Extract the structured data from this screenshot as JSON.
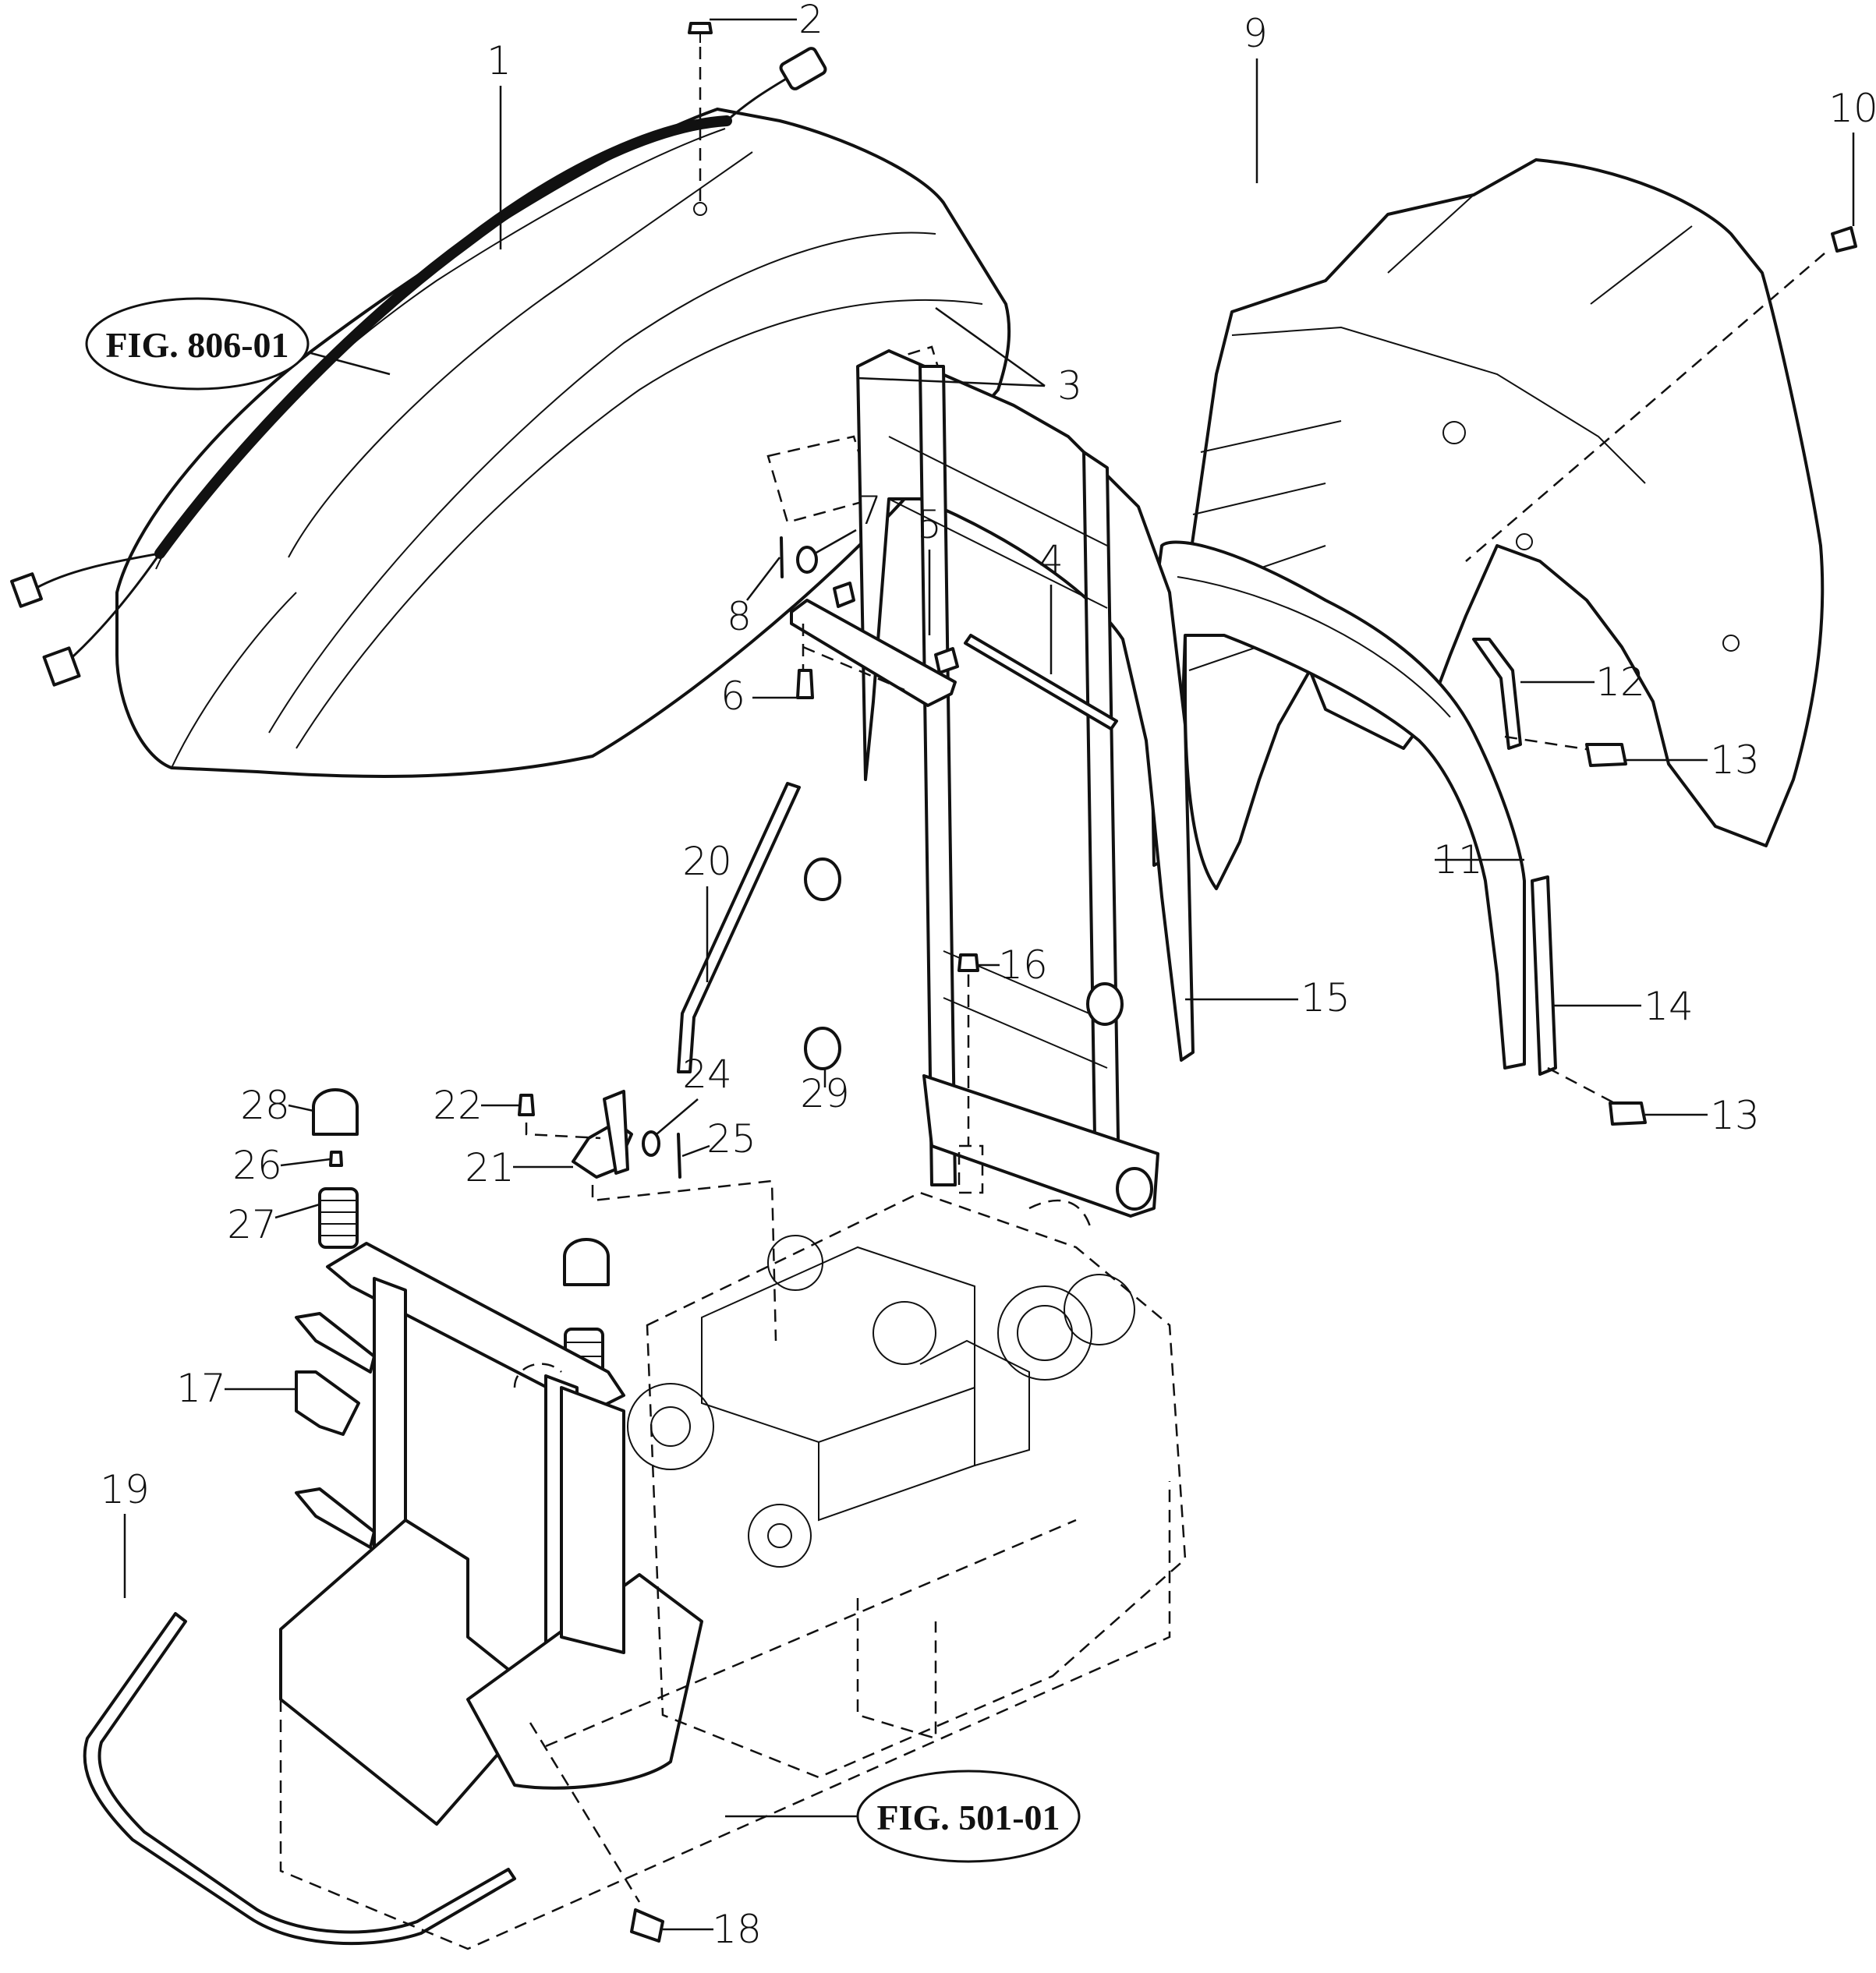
{
  "diagram": {
    "type": "exploded-parts-diagram",
    "subject": "Engine hood, side cover, frame and mounting assembly",
    "colors": {
      "line": "#111111",
      "background": "#ffffff"
    },
    "figure_references": [
      {
        "id": "fig-806-01",
        "label": "FIG. 806-01"
      },
      {
        "id": "fig-501-01",
        "label": "FIG. 501-01"
      }
    ],
    "callouts": [
      {
        "id": "c1",
        "label": "1"
      },
      {
        "id": "c2",
        "label": "2"
      },
      {
        "id": "c3",
        "label": "3"
      },
      {
        "id": "c4",
        "label": "4"
      },
      {
        "id": "c5",
        "label": "5"
      },
      {
        "id": "c6",
        "label": "6"
      },
      {
        "id": "c7",
        "label": "7"
      },
      {
        "id": "c8",
        "label": "8"
      },
      {
        "id": "c9",
        "label": "9"
      },
      {
        "id": "c10",
        "label": "10"
      },
      {
        "id": "c11",
        "label": "11"
      },
      {
        "id": "c12",
        "label": "12"
      },
      {
        "id": "c13a",
        "label": "13"
      },
      {
        "id": "c13b",
        "label": "13"
      },
      {
        "id": "c14",
        "label": "14"
      },
      {
        "id": "c15",
        "label": "15"
      },
      {
        "id": "c16",
        "label": "16"
      },
      {
        "id": "c17",
        "label": "17"
      },
      {
        "id": "c18",
        "label": "18"
      },
      {
        "id": "c19",
        "label": "19"
      },
      {
        "id": "c20",
        "label": "20"
      },
      {
        "id": "c21",
        "label": "21"
      },
      {
        "id": "c22",
        "label": "22"
      },
      {
        "id": "c24",
        "label": "24"
      },
      {
        "id": "c25",
        "label": "25"
      },
      {
        "id": "c26",
        "label": "26"
      },
      {
        "id": "c27",
        "label": "27"
      },
      {
        "id": "c28",
        "label": "28"
      },
      {
        "id": "c29",
        "label": "29"
      }
    ]
  }
}
